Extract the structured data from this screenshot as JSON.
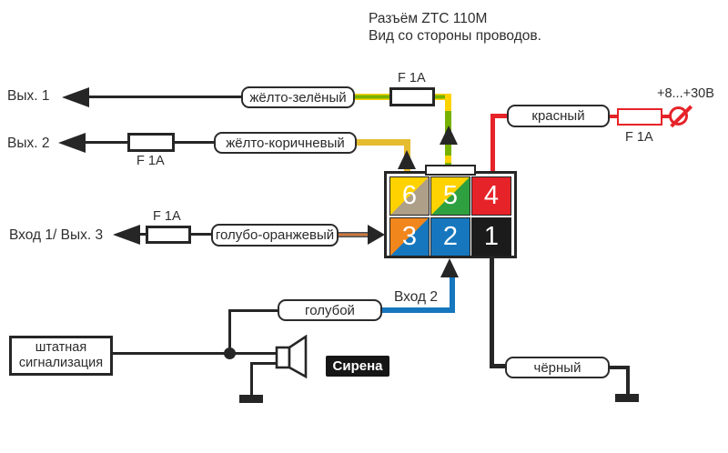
{
  "title": {
    "line1": "Разъём ZTC 110M",
    "line2": "Вид со стороны проводов."
  },
  "ports": {
    "out1": "Вых. 1",
    "out2": "Вых. 2",
    "in1_out3": "Вход 1/ Вых. 3",
    "in2": "Вход 2"
  },
  "fuses": {
    "out1": "F 1A",
    "out2": "F 1A",
    "in1": "F 1A",
    "power": "F 1A"
  },
  "power": {
    "voltage": "+8...+30В"
  },
  "wire_labels": {
    "yellow_green": "жёлто-зелёный",
    "yellow_brown": "жёлто-коричневый",
    "blue_orange": "голубо-оранжевый",
    "blue": "голубой",
    "red": "красный",
    "black": "чёрный"
  },
  "devices": {
    "alarm_line1": "штатная",
    "alarm_line2": "сигнализация",
    "siren": "Сирена"
  },
  "connector": {
    "pins": [
      {
        "number": "6",
        "colors": [
          "#FFD200",
          "#AD9F88"
        ]
      },
      {
        "number": "5",
        "colors": [
          "#FFD200",
          "#2FA040"
        ]
      },
      {
        "number": "4",
        "colors": [
          "#E62329"
        ]
      },
      {
        "number": "3",
        "colors": [
          "#F1861D",
          "#1677BE"
        ]
      },
      {
        "number": "2",
        "colors": [
          "#1677BE"
        ]
      },
      {
        "number": "1",
        "colors": [
          "#1B1B1B"
        ]
      }
    ]
  },
  "palette": {
    "ink": "#262626",
    "yellow": "#FFD200",
    "gold": "#E6BC2F",
    "wiregreen": "#76B100",
    "red": "#E62329",
    "blue": "#1677BE",
    "stripedark": "#44505e",
    "stripeorange": "#cf7a3a"
  }
}
